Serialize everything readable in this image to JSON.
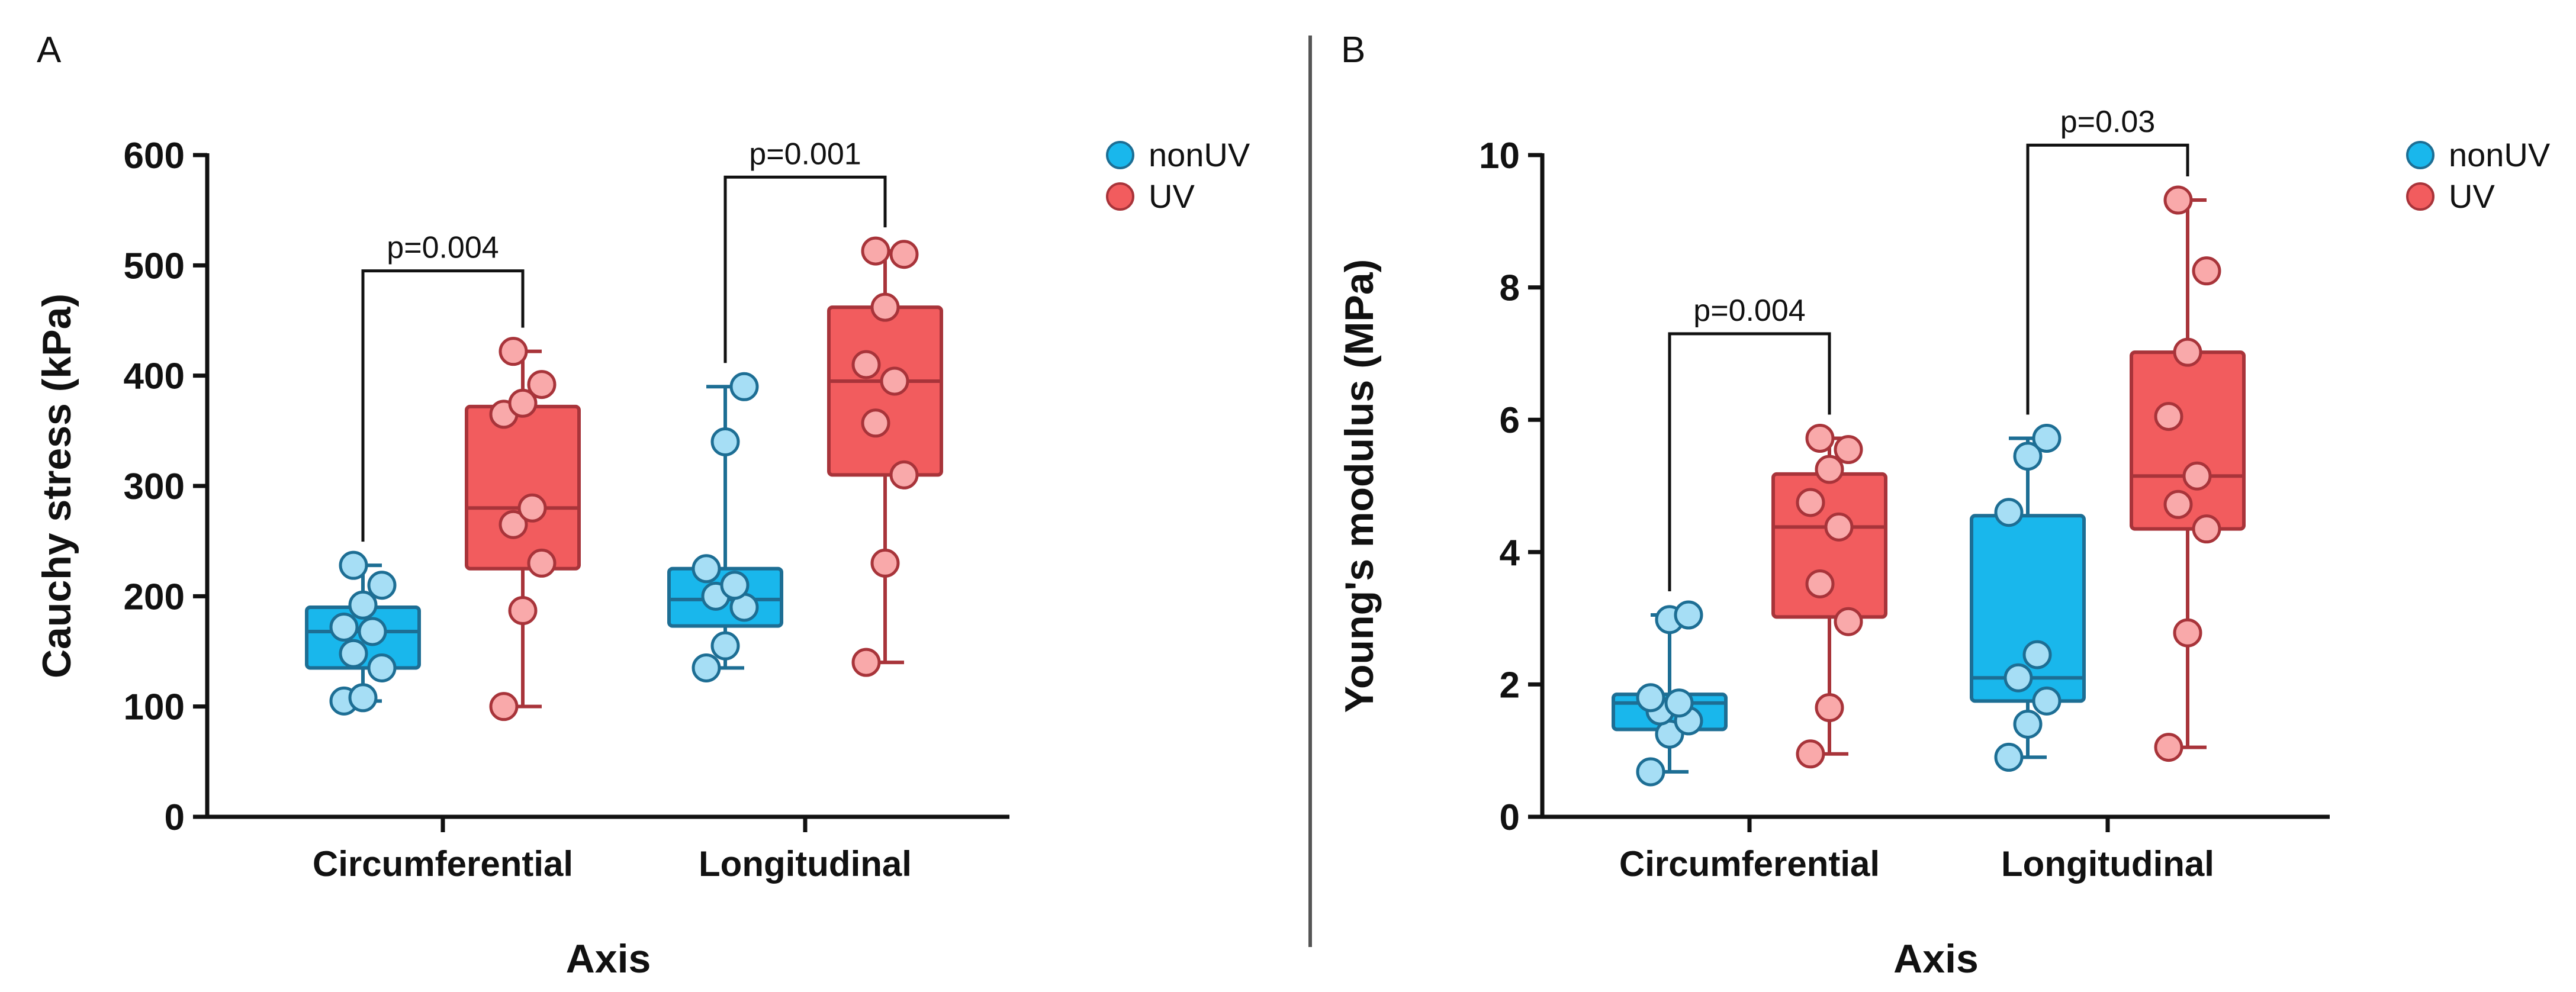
{
  "colors": {
    "nonUV_fill": "#19b7ec",
    "nonUV_edge": "#1d6e94",
    "nonUV_point": "#a6def5",
    "UV_fill": "#f25c5e",
    "UV_edge": "#a8343a",
    "UV_point": "#f9a9aa",
    "axis": "#111111",
    "divider": "#555555"
  },
  "chart_data": [
    {
      "panel": "A",
      "type": "box",
      "title": "",
      "xlabel": "Axis",
      "ylabel": "Cauchy stress (kPa)",
      "ylim": [
        0,
        600
      ],
      "yticks": [
        0,
        100,
        200,
        300,
        400,
        500,
        600
      ],
      "ytick_labels": [
        "0",
        "100",
        "200",
        "300",
        "400",
        "500",
        "600"
      ],
      "categories": [
        "Circumferential",
        "Longitudinal"
      ],
      "legend": {
        "position": "top-right",
        "entries": [
          "nonUV",
          "UV"
        ]
      },
      "series": [
        {
          "name": "nonUV",
          "boxes": [
            {
              "min": 105,
              "q1": 135,
              "median": 168,
              "q3": 190,
              "max": 228,
              "points": [
                105,
                108,
                135,
                148,
                168,
                172,
                192,
                210,
                228
              ]
            },
            {
              "min": 135,
              "q1": 173,
              "median": 197,
              "q3": 225,
              "max": 390,
              "points": [
                135,
                155,
                190,
                200,
                210,
                225,
                340,
                390
              ]
            }
          ]
        },
        {
          "name": "UV",
          "boxes": [
            {
              "min": 100,
              "q1": 225,
              "median": 280,
              "q3": 372,
              "max": 422,
              "points": [
                100,
                187,
                230,
                265,
                280,
                365,
                375,
                392,
                422
              ]
            },
            {
              "min": 140,
              "q1": 310,
              "median": 395,
              "q3": 462,
              "max": 513,
              "points": [
                140,
                230,
                310,
                357,
                395,
                410,
                462,
                510,
                513
              ]
            }
          ]
        }
      ],
      "comparisons": [
        {
          "category": "Circumferential",
          "label": "p=0.004",
          "y": 495,
          "left_drop": 228,
          "right_drop": 422
        },
        {
          "category": "Longitudinal",
          "label": "p=0.001",
          "y": 580,
          "left_drop": 390,
          "right_drop": 513
        }
      ]
    },
    {
      "panel": "B",
      "type": "box",
      "title": "",
      "xlabel": "Axis",
      "ylabel": "Young's modulus (MPa)",
      "ylim": [
        0,
        10
      ],
      "yticks": [
        0,
        2,
        4,
        6,
        8,
        10
      ],
      "ytick_labels": [
        "0",
        "2",
        "4",
        "6",
        "8",
        "10"
      ],
      "categories": [
        "Circumferential",
        "Longitudinal"
      ],
      "legend": {
        "position": "top-right",
        "entries": [
          "nonUV",
          "UV"
        ]
      },
      "series": [
        {
          "name": "nonUV",
          "boxes": [
            {
              "min": 0.68,
              "q1": 1.32,
              "median": 1.72,
              "q3": 1.85,
              "max": 3.05,
              "points": [
                0.68,
                1.25,
                1.45,
                1.6,
                1.72,
                1.8,
                2.98,
                3.05
              ]
            },
            {
              "min": 0.9,
              "q1": 1.75,
              "median": 2.1,
              "q3": 4.55,
              "max": 5.72,
              "points": [
                0.9,
                1.4,
                1.75,
                2.1,
                2.45,
                4.6,
                5.45,
                5.72
              ]
            }
          ]
        },
        {
          "name": "UV",
          "boxes": [
            {
              "min": 0.95,
              "q1": 3.02,
              "median": 4.38,
              "q3": 5.18,
              "max": 5.72,
              "points": [
                0.95,
                1.65,
                2.95,
                3.52,
                4.38,
                4.75,
                5.25,
                5.55,
                5.72
              ]
            },
            {
              "min": 1.05,
              "q1": 4.35,
              "median": 5.15,
              "q3": 7.02,
              "max": 9.32,
              "points": [
                1.05,
                2.78,
                4.35,
                4.72,
                5.15,
                6.05,
                7.02,
                8.25,
                9.32
              ]
            }
          ]
        }
      ],
      "comparisons": [
        {
          "category": "Circumferential",
          "label": "p=0.004",
          "y": 7.3,
          "left_drop": 3.05,
          "right_drop": 5.72
        },
        {
          "category": "Longitudinal",
          "label": "p=0.03",
          "y": 10.15,
          "left_drop": 5.72,
          "right_drop": 9.32
        }
      ]
    }
  ]
}
